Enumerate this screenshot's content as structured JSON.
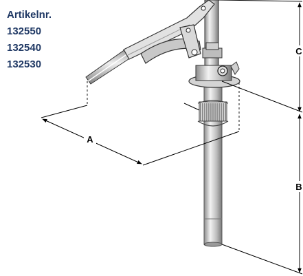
{
  "article": {
    "heading": "Artikelnr.",
    "numbers": [
      "132550",
      "132540",
      "132530"
    ]
  },
  "dimensions": {
    "a": "A",
    "b": "B",
    "c": "C"
  },
  "colors": {
    "heading_text": "#1f3864",
    "line": "#000000"
  }
}
